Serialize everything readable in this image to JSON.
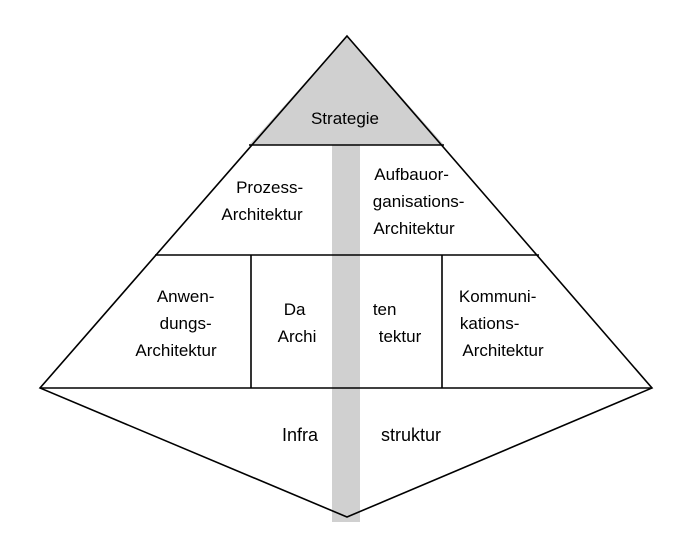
{
  "diagram": {
    "strategy": "Strategie",
    "process": [
      "Prozess-",
      "Architektur"
    ],
    "organisation": [
      "Aufbauor-",
      "ganisations-",
      "Architektur"
    ],
    "application": [
      "Anwen-",
      "dungs-",
      "Architektur"
    ],
    "data_left": [
      "Da",
      "Archi"
    ],
    "data_right": [
      "ten",
      "tektur"
    ],
    "communication": [
      "Kommuni-",
      "kations-",
      "Architektur"
    ],
    "infra_left": "Infra",
    "infra_right": "struktur"
  },
  "colors": {
    "gray": "#d0d0d0",
    "line": "#000000",
    "background": "#ffffff"
  }
}
